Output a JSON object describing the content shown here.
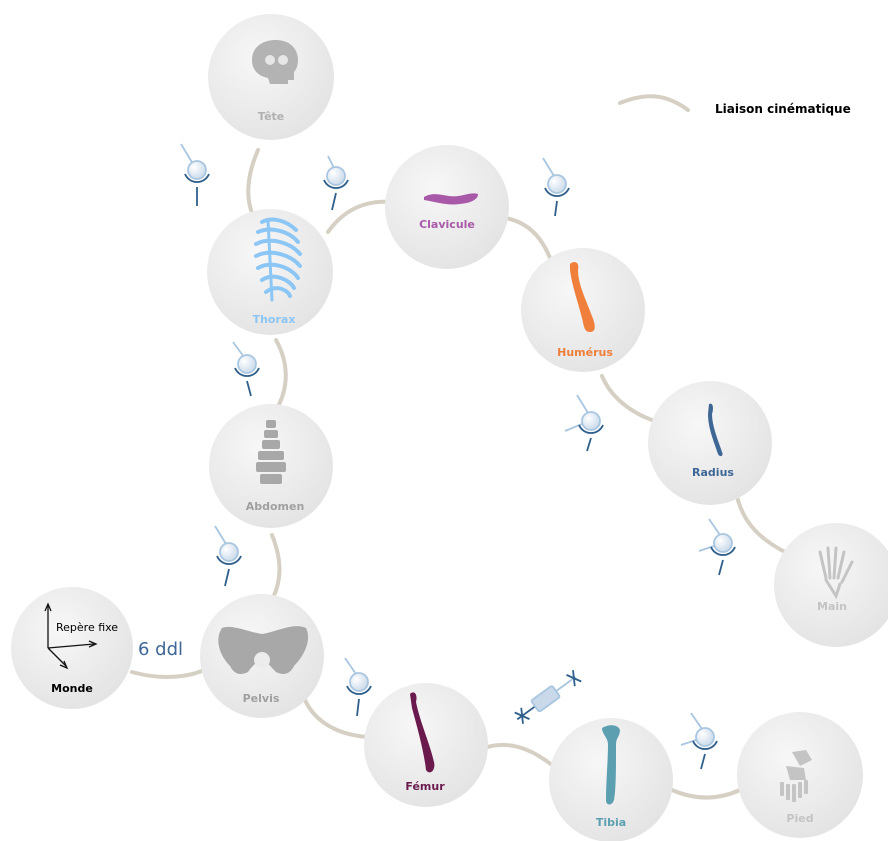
{
  "legend": {
    "label": "Liaison cinématique"
  },
  "monde": {
    "label": "Monde",
    "axis_label": "Repère fixe"
  },
  "free_joint": {
    "label": "6 ddl"
  },
  "segments": {
    "tete": "Tête",
    "thorax": "Thorax",
    "abdomen": "Abdomen",
    "pelvis": "Pelvis",
    "clavicule": "Clavicule",
    "humerus": "Humérus",
    "radius": "Radius",
    "main": "Main",
    "femur": "Fémur",
    "tibia": "Tibia",
    "pied": "Pied"
  },
  "colors": {
    "tete": "#b0b0b0",
    "thorax": "#8cc6f5",
    "abdomen": "#a0a0a0",
    "pelvis": "#a0a0a0",
    "clavicule": "#a85aa8",
    "humerus": "#f07f3c",
    "radius": "#3f6796",
    "main": "#c4c4c4",
    "femur": "#6b1a4e",
    "tibia": "#5b9fb0",
    "pied": "#c4c4c4",
    "monde": "#000000",
    "ddl": "#3f6796",
    "joint": "#2f5f8a",
    "link": "#d8d2c6",
    "node": "#ececec"
  },
  "joints": {
    "ball": "ball-joint-icon",
    "slider": "slider-joint-icon"
  }
}
